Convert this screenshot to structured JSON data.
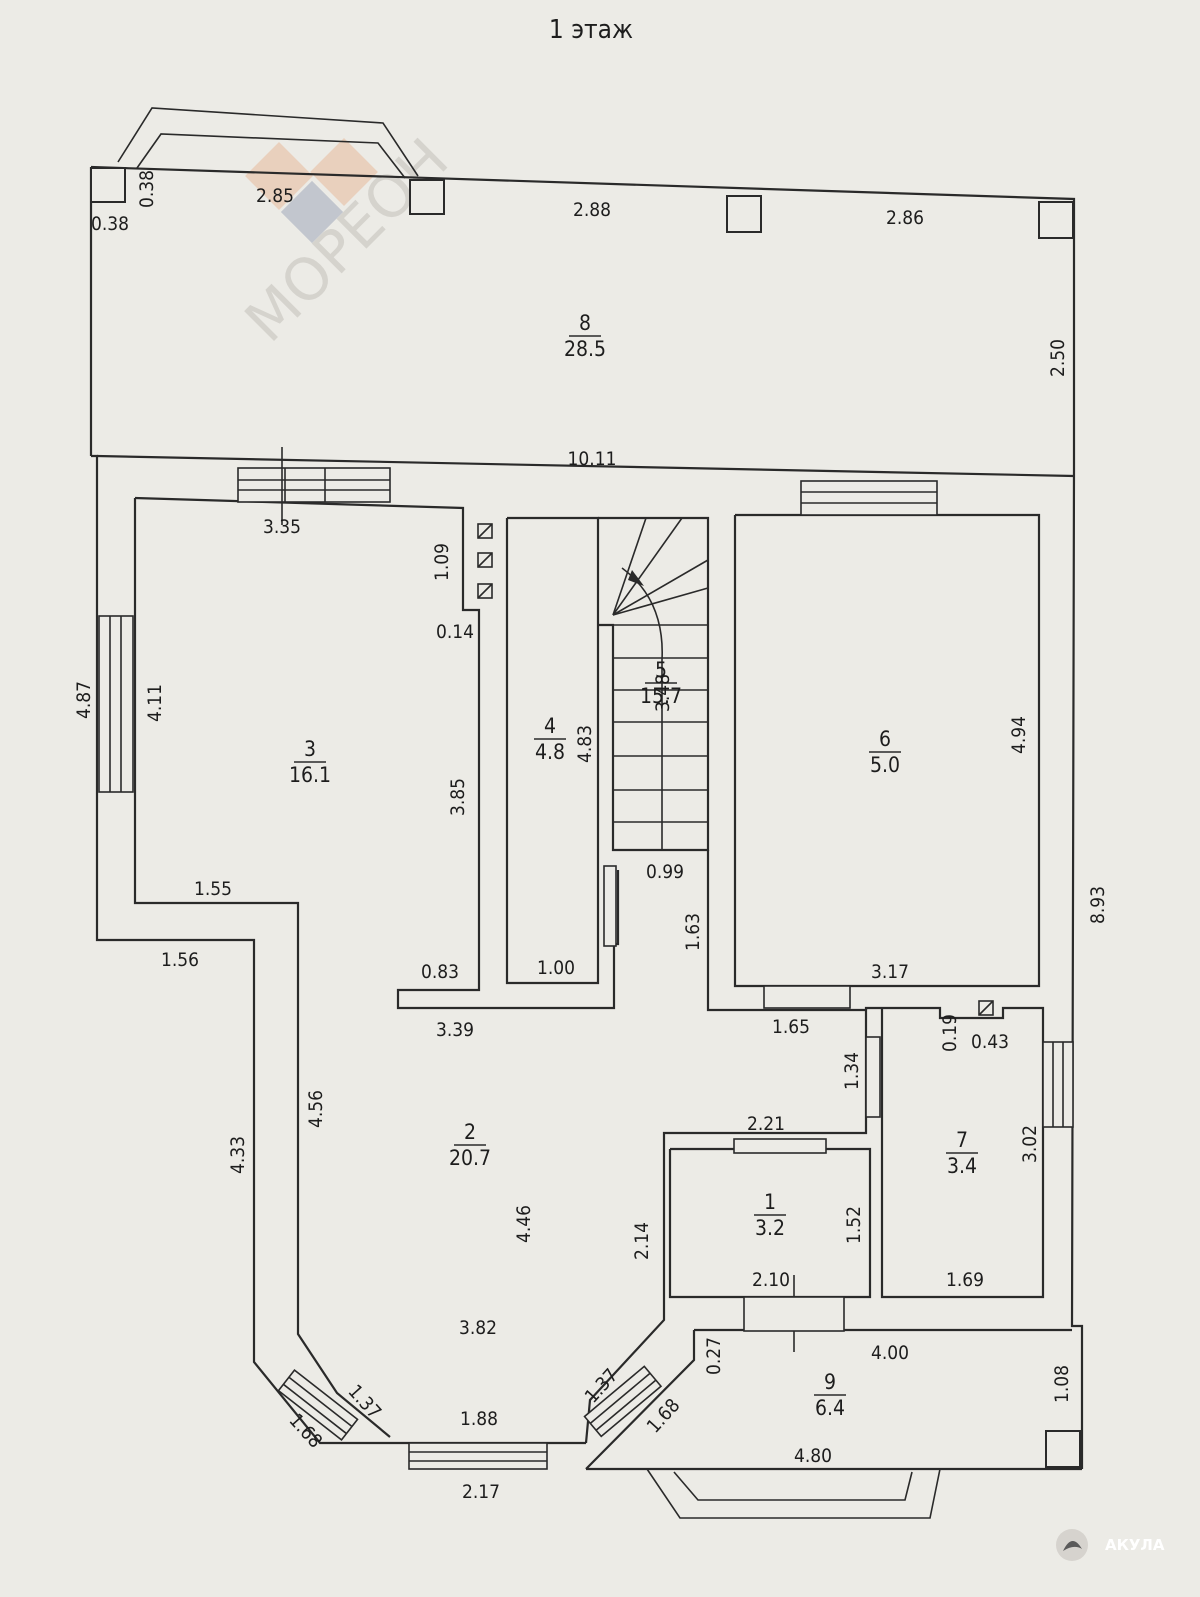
{
  "title": "1 этаж",
  "watermark": {
    "text": "МОРЕОН",
    "colors": [
      "#e8b795",
      "#9aa3b8"
    ]
  },
  "rooms": [
    {
      "num": "1",
      "area": "3.2"
    },
    {
      "num": "2",
      "area": "20.7"
    },
    {
      "num": "3",
      "area": "16.1"
    },
    {
      "num": "4",
      "area": "4.8"
    },
    {
      "num": "5",
      "area": "15.7"
    },
    {
      "num": "6",
      "area": "5.0"
    },
    {
      "num": "7",
      "area": "3.4"
    },
    {
      "num": "8",
      "area": "28.5"
    },
    {
      "num": "9",
      "area": "6.4"
    }
  ],
  "dimensions": [
    "0.38",
    "0.38",
    "2.85",
    "2.88",
    "2.86",
    "2.50",
    "10.11",
    "3.35",
    "1.09",
    "0.14",
    "4.87",
    "4.11",
    "3.85",
    "4.83",
    "3.48",
    "4.94",
    "0.99",
    "1.55",
    "1.56",
    "8.93",
    "1.63",
    "0.83",
    "1.00",
    "3.17",
    "3.39",
    "1.65",
    "0.19",
    "0.43",
    "1.34",
    "2.21",
    "4.33",
    "4.56",
    "3.02",
    "4.46",
    "2.14",
    "1.52",
    "2.10",
    "1.69",
    "3.82",
    "0.27",
    "4.00",
    "1.37",
    "1.37",
    "1.08",
    "1.68",
    "1.88",
    "1.68",
    "4.80",
    "2.17"
  ],
  "badge": {
    "text": "АКУЛА",
    "color": "#d6d3ce"
  }
}
